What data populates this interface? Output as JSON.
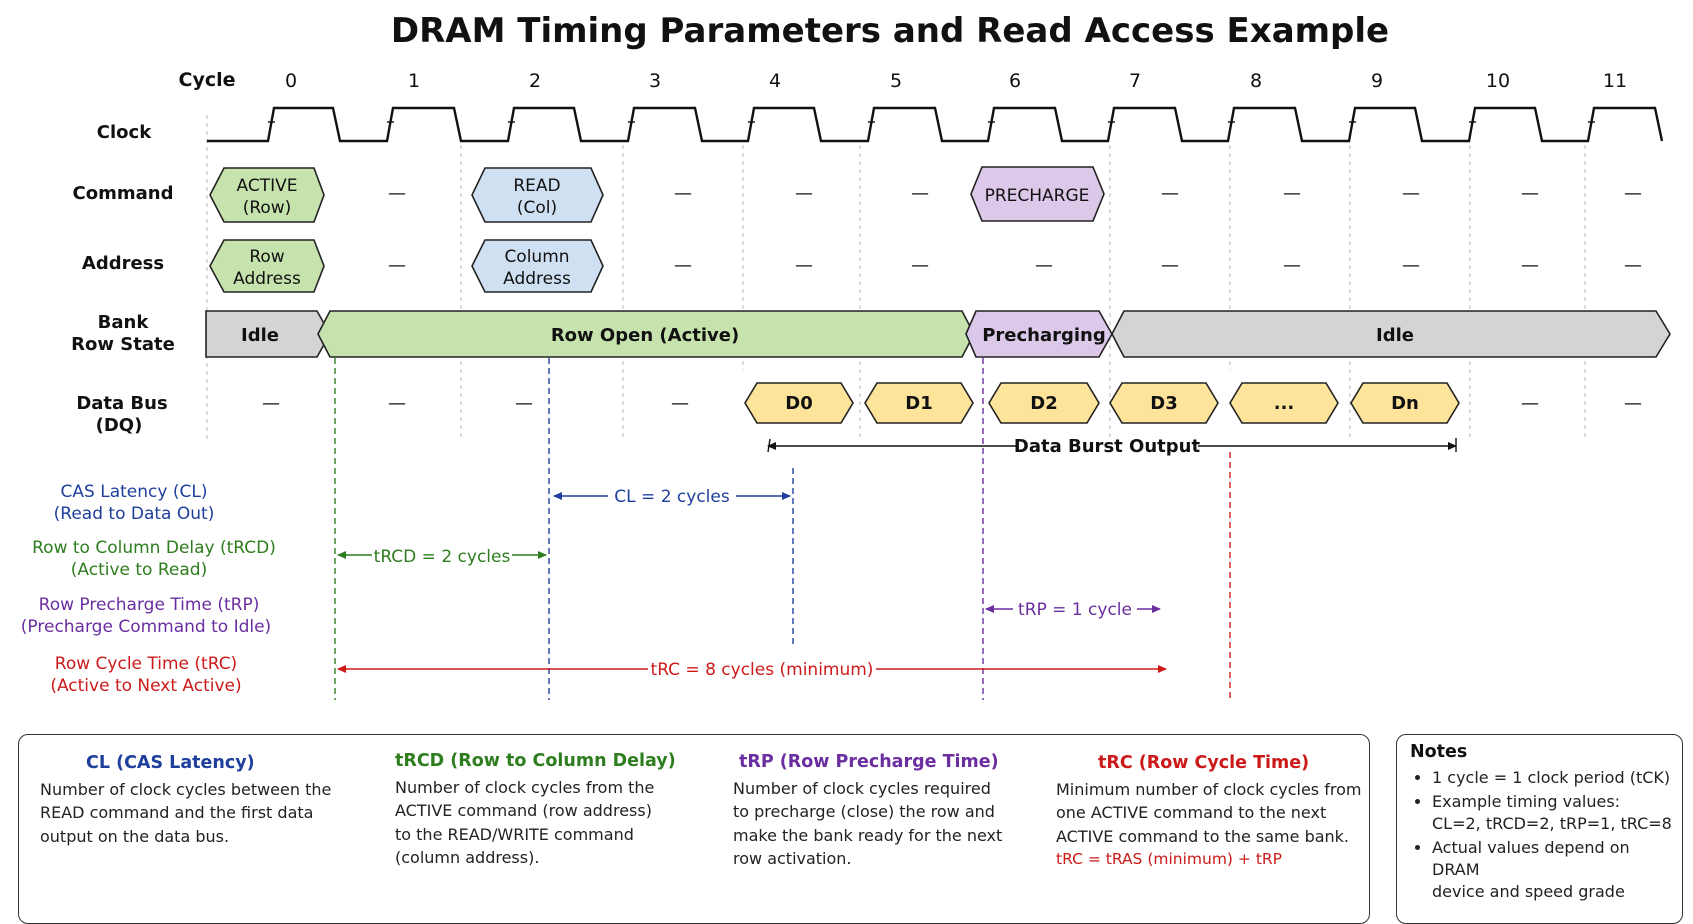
{
  "title": "DRAM Timing Parameters and Read Access Example",
  "colors": {
    "green": "#2e7d1e",
    "blue": "#1f3f9c",
    "purple": "#6a2ea0",
    "red": "#cc1a1a",
    "green_fill": "#c6e3ad",
    "blue_fill": "#cfe0f2",
    "purple_fill": "#dcc8e8",
    "gray_fill": "#d4d4d4",
    "yellow_fill": "#fde49a"
  },
  "header": {
    "cycle_label": "Cycle",
    "cycles": [
      "0",
      "1",
      "2",
      "3",
      "4",
      "5",
      "6",
      "7",
      "8",
      "9",
      "10",
      "11"
    ]
  },
  "rows": {
    "clock": "Clock",
    "command": "Command",
    "address": "Address",
    "bank_line1": "Bank",
    "bank_line2": "Row State",
    "data_line1": "Data Bus",
    "data_line2": "(DQ)"
  },
  "dash": "—",
  "command": {
    "active_l1": "ACTIVE",
    "active_l2": "(Row)",
    "read_l1": "READ",
    "read_l2": "(Col)",
    "precharge": "PRECHARGE"
  },
  "address": {
    "row_l1": "Row",
    "row_l2": "Address",
    "col_l1": "Column",
    "col_l2": "Address"
  },
  "bank": {
    "idle": "Idle",
    "row_open": "Row Open (Active)",
    "precharging": "Precharging",
    "idle2": "Idle"
  },
  "data": {
    "d0": "D0",
    "d1": "D1",
    "d2": "D2",
    "d3": "D3",
    "dots": "...",
    "dn": "Dn",
    "burst": "Data Burst Output"
  },
  "params": {
    "cl_l1": "CAS Latency (CL)",
    "cl_l2": "(Read to Data Out)",
    "trcd_l1": "Row to Column Delay (tRCD)",
    "trcd_l2": "(Active to Read)",
    "trp_l1": "Row Precharge Time (tRP)",
    "trp_l2": "(Precharge Command to Idle)",
    "trc_l1": "Row Cycle Time (tRC)",
    "trc_l2": "(Active to Next Active)"
  },
  "annotations": {
    "cl": "CL = 2 cycles",
    "trcd": "tRCD = 2 cycles",
    "trp": "tRP = 1 cycle",
    "trc": "tRC = 8 cycles (minimum)"
  },
  "definitions": {
    "cl": {
      "title": "CL (CAS Latency)",
      "l1": "Number of clock cycles between the",
      "l2": "READ command and the first data",
      "l3": "output on the data bus."
    },
    "trcd": {
      "title": "tRCD (Row to Column Delay)",
      "l1": "Number of clock cycles from the",
      "l2": "ACTIVE command (row address)",
      "l3": "to the READ/WRITE command",
      "l4": "(column address)."
    },
    "trp": {
      "title": "tRP (Row Precharge Time)",
      "l1": "Number of clock cycles required",
      "l2": "to precharge (close) the row and",
      "l3": "make the bank ready for the next",
      "l4": "row activation."
    },
    "trc": {
      "title": "tRC (Row Cycle Time)",
      "l1": "Minimum number of clock cycles from",
      "l2": "one ACTIVE command to the next",
      "l3": "ACTIVE command to the same bank.",
      "formula": "tRC = tRAS (minimum) + tRP"
    }
  },
  "notes": {
    "title": "Notes",
    "n1": "1 cycle = 1 clock period (tCK)",
    "n2_l1": "Example timing values:",
    "n2_l2": "CL=2, tRCD=2, tRP=1, tRC=8",
    "n3_l1": "Actual values depend on DRAM",
    "n3_l2": "device and speed grade"
  }
}
